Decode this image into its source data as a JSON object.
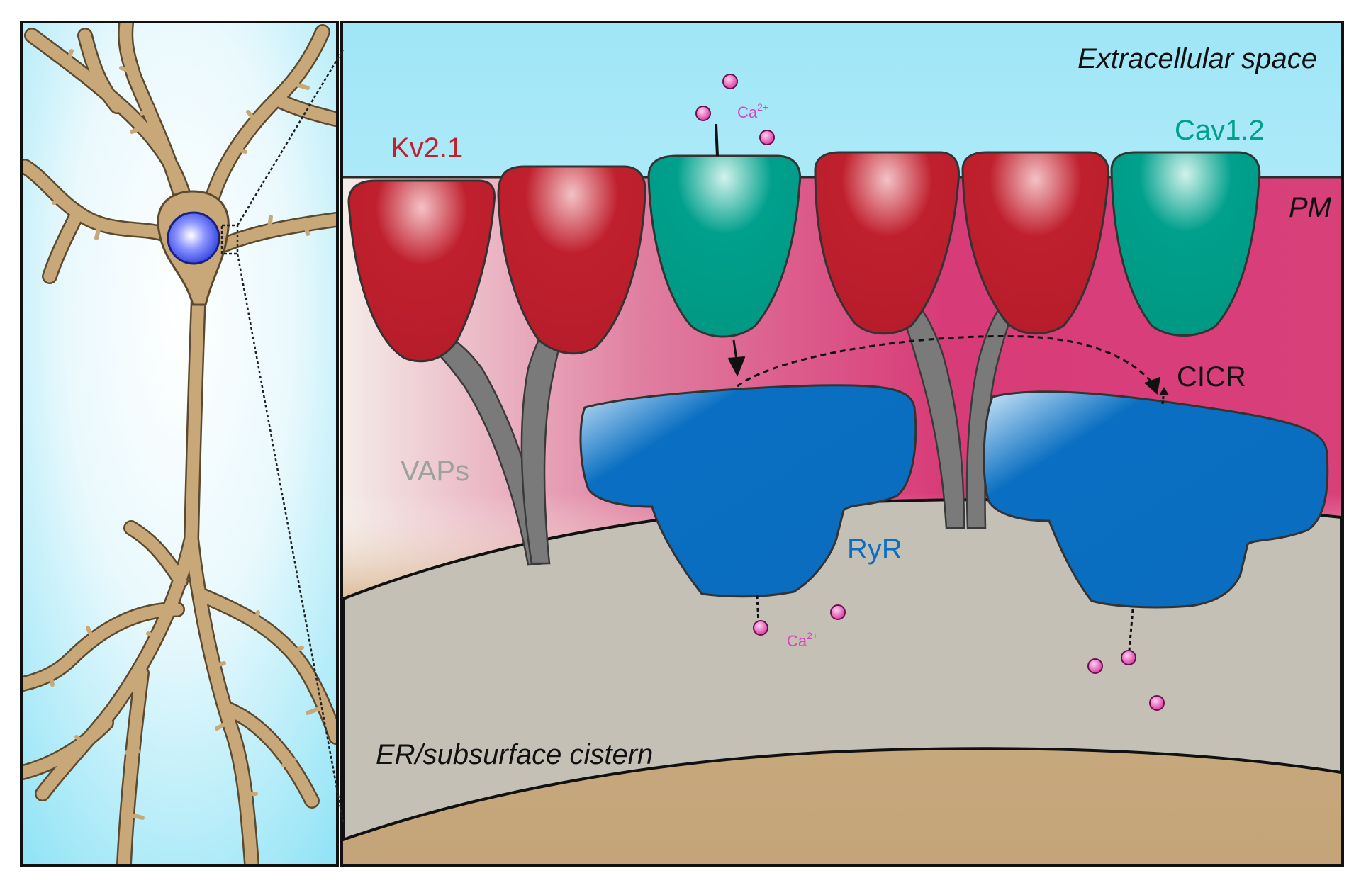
{
  "labels": {
    "extracellular": "Extracellular space",
    "kv21": "Kv2.1",
    "cav12": "Cav1.2",
    "ca_top": "Ca",
    "ca_top_sup": "2+",
    "pm": "PM",
    "cicr": "CICR",
    "vaps": "VAPs",
    "ryr": "RyR",
    "ca_bottom": "Ca",
    "ca_bottom_sup": "2+",
    "er": "ER/subsurface cistern"
  },
  "colors": {
    "kv21": "#c0202e",
    "cav12": "#00a08c",
    "ryr": "#0a6fc2",
    "vaps": "#7a7a7a",
    "calcium": "#e040c0",
    "pm_pink": "#d83c78",
    "er_gray": "#c4c0b6",
    "neuron": "#c8a878",
    "sky": "#b8ecf8",
    "nucleus": "#3a4ae0"
  },
  "icons": {
    "neuron": "neuron-cell-icon",
    "nucleus": "nucleus-icon",
    "calcium": "calcium-ion-icon"
  }
}
